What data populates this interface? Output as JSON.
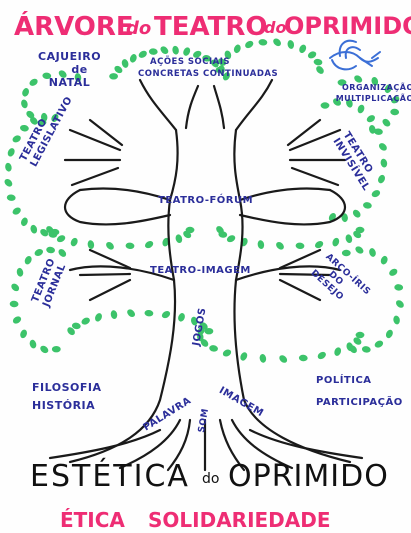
{
  "title": {
    "arvore": "ÁRVORE",
    "do1": "do",
    "teatro": "TEATRO",
    "do2": "do",
    "oprimido": "OPRIMIDO"
  },
  "labels": {
    "cajueiro": [
      "CAJUEIRO",
      "de",
      "NATAL"
    ],
    "acoes": [
      "AÇÕES SOCIAIS",
      "CONCRETAS CONTINUADAS"
    ],
    "organizacao": [
      "ORGANIZAÇÃO",
      "MULTIPLICAÇÃO"
    ],
    "teatro_legislativo": [
      "TEATRO",
      "LEGISLATIVO"
    ],
    "teatro_invisivel": [
      "TEATRO",
      "INVISÍVEL"
    ],
    "teatro_forum": "TEATRO-FÓRUM",
    "teatro_imagem": "TEATRO-IMAGEM",
    "teatro_jornal": [
      "TEATRO",
      "JORNAL"
    ],
    "arco_iris": [
      "ARCO-ÍRIS",
      "DO",
      "DESEJO"
    ],
    "jogos": "JOGOS",
    "filosofia": "FILOSOFIA",
    "historia": "HISTÓRIA",
    "politica": "POLÍTICA",
    "participacao": "PARTICIPAÇÃO",
    "palavra": "PALAVRA",
    "som": "SOM",
    "imagem": "IMAGEM"
  },
  "roots_text": {
    "estetica": "ESTÉTICA",
    "do": "do",
    "oprimido": "OPRIMIDO"
  },
  "footer": {
    "etica": "ÉTICA",
    "solidariedade": "SOLIDARIEDADE"
  },
  "colors": {
    "title": "#ee2d74",
    "label": "#2b2e9a",
    "leaf": "#3cc36a",
    "trunk": "#1a1a1a",
    "dove": "#3b6fd6"
  },
  "icons": [
    "dove-icon"
  ]
}
